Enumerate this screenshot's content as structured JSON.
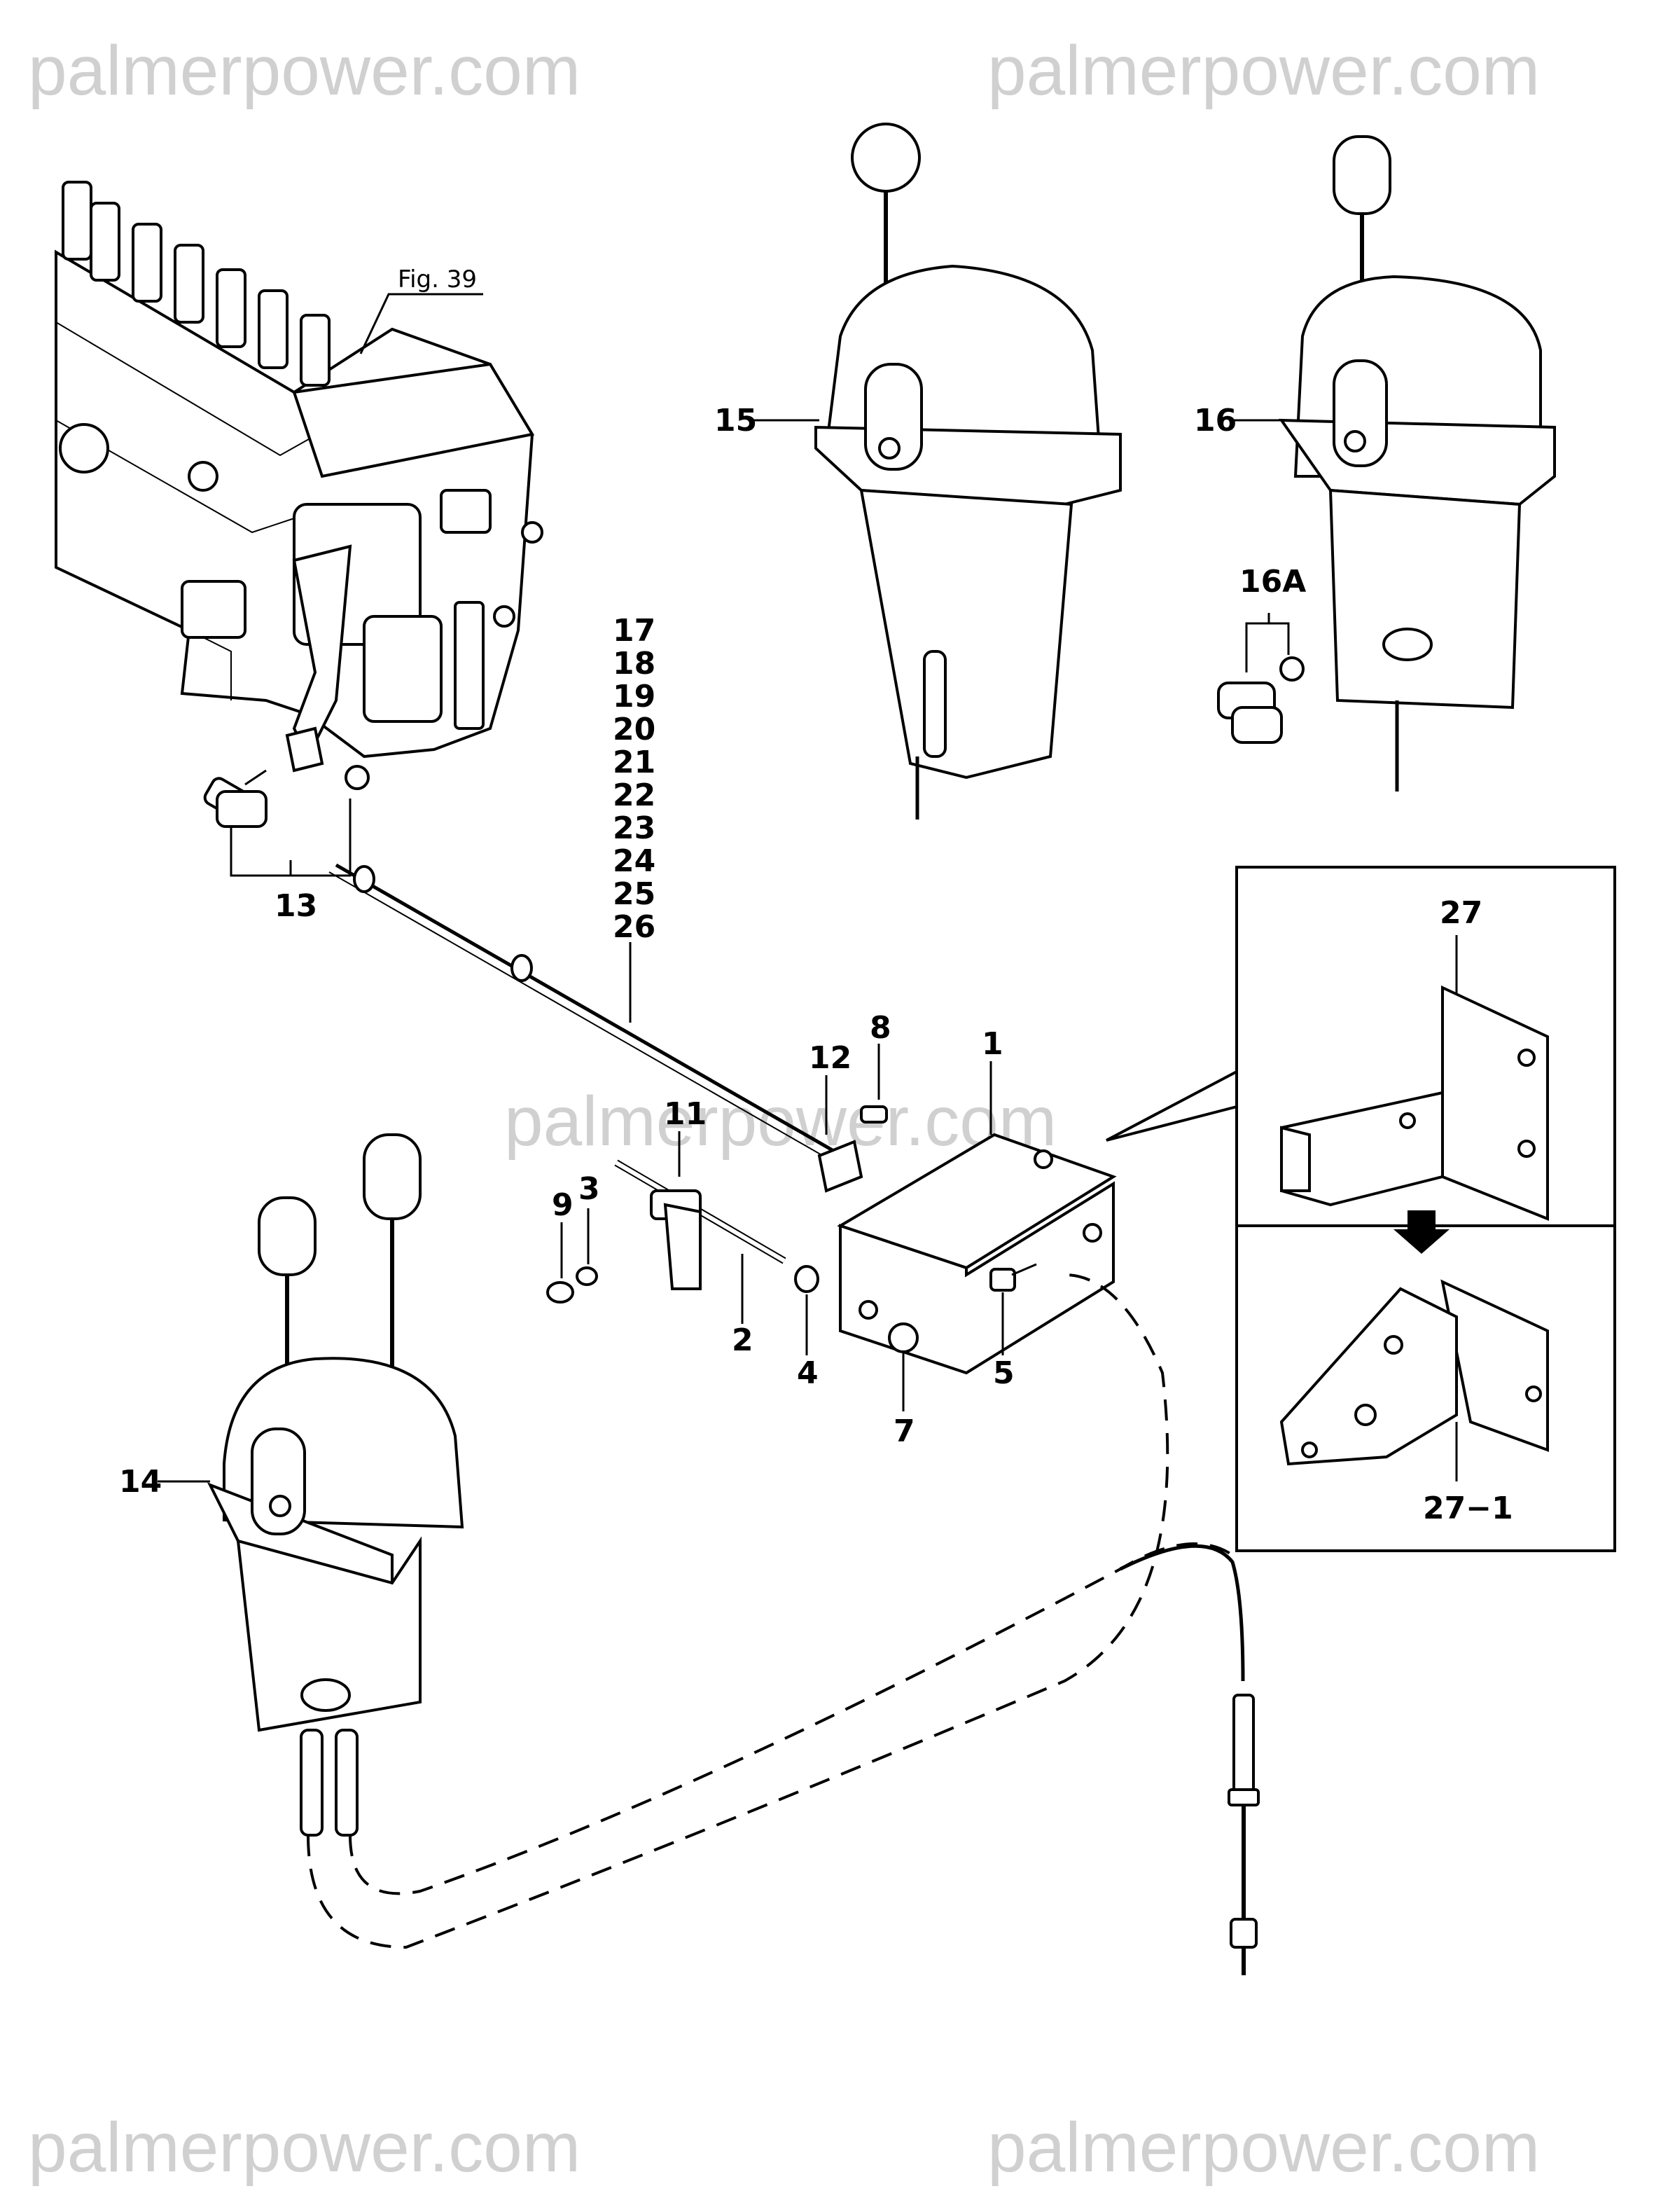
{
  "watermarks": [
    "palmerpower.com",
    "palmerpower.com",
    "palmerpower.com",
    "palmerpower.com",
    "palmerpower.com"
  ],
  "reference": "Fig. 39",
  "labels": {
    "l1": "1",
    "l2": "2",
    "l3": "3",
    "l4": "4",
    "l5": "5",
    "l7": "7",
    "l8": "8",
    "l9": "9",
    "l11": "11",
    "l12": "12",
    "l13": "13",
    "l14": "14",
    "l15": "15",
    "l16": "16",
    "l16a": "16A",
    "l27": "27",
    "l27_1": "27−1"
  },
  "cable_parts": [
    "17",
    "18",
    "19",
    "20",
    "21",
    "22",
    "23",
    "24",
    "25",
    "26"
  ]
}
